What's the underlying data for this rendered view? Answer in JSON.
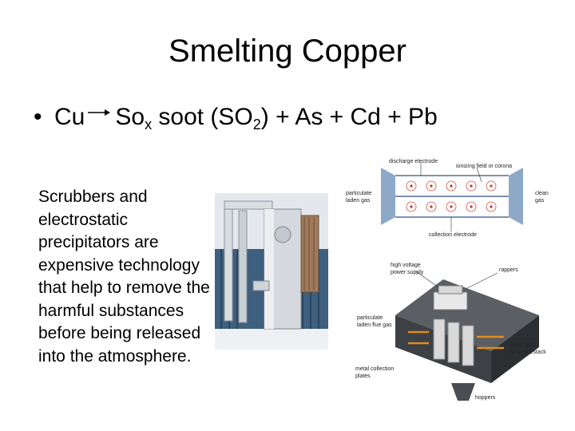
{
  "slide": {
    "title": "Smelting Copper",
    "bullet": {
      "marker": "•",
      "reactant": "Cu",
      "products_pre": "So",
      "products_sub1": "x",
      "products_mid": " soot (SO",
      "products_sub2": "2",
      "products_post": ") + As + Cd + Pb"
    },
    "description": "Scrubbers and electrostatic precipitators are expensive technology that help to remove the harmful substances before being released into the atmosphere."
  },
  "diagram": {
    "labels": {
      "discharge_electrode": "discharge electrode",
      "ionizing_field": "ionizing field or corona",
      "particulate_gas_1": "particulate",
      "particulate_gas_2": "laden gas",
      "clean_gas_1": "clean",
      "clean_gas_2": "gas",
      "collection_electrode": "collection electrode",
      "high_voltage_1": "high voltage",
      "high_voltage_2": "power supply",
      "rappers": "rappers",
      "flue_gas_1": "particulate",
      "flue_gas_2": "laden flue gas",
      "clean_to_stack_1": "clean gas",
      "clean_to_stack_2": "to smokestack",
      "metal_plates_1": "metal collection",
      "metal_plates_2": "plates",
      "hoppers": "hoppers"
    }
  }
}
